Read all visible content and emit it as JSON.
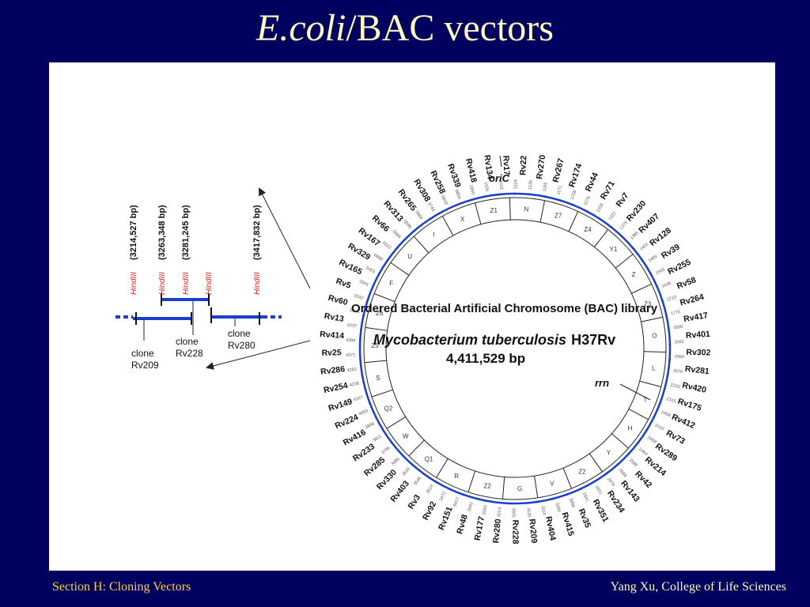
{
  "slide": {
    "title_italic": "E.coli",
    "title_rest": "/BAC vectors",
    "footer_left": "Section H: Cloning Vectors",
    "footer_right": "Yang Xu, College of Life Sciences"
  },
  "figure": {
    "heading": "Ordered Bacterial Artificial Chromosome (BAC) library",
    "organism_italic": "Mycobacterium tuberculosis",
    "strain": "H37Rv",
    "genome_size": "4,411,529 bp",
    "oric_label": "oriC",
    "rrn_label": "rrn",
    "inset": {
      "sites": [
        {
          "enzyme": "HindIII",
          "position": "(3214,527 bp)"
        },
        {
          "enzyme": "HindIII",
          "position": "(3263,348 bp)"
        },
        {
          "enzyme": "HindIII",
          "position": "(3281,245 bp)"
        },
        {
          "enzyme": "HindIII",
          "position": ""
        },
        {
          "enzyme": "HindIII",
          "position": "(3417,832 bp)"
        }
      ],
      "clones": [
        {
          "line1": "clone",
          "line2": "Rv209"
        },
        {
          "line1": "clone",
          "line2": "Rv228"
        },
        {
          "line1": "clone",
          "line2": "Rv280"
        }
      ]
    },
    "map_segments": [
      "Z6",
      "F",
      "U",
      "I",
      "X",
      "Z1",
      "N",
      "Z7",
      "Z4",
      "Y1",
      "Z",
      "Z3",
      "O",
      "L",
      "T",
      "H",
      "Y",
      "Z2",
      "V",
      "G",
      "Z2",
      "R",
      "Q1",
      "W",
      "Q2",
      "S",
      "Z5"
    ],
    "clones": [
      "Rv60",
      "Rv5",
      "Rv165",
      "Rv329",
      "Rv167",
      "Rv66",
      "Rv313",
      "Rv265",
      "Rv308",
      "Rv258",
      "Rv339",
      "Rv418",
      "Rv134",
      "Rv17",
      "Rv22",
      "Rv270",
      "Rv267",
      "Rv174",
      "Rv44",
      "Rv71",
      "Rv7",
      "Rv230",
      "Rv407",
      "Rv128",
      "Rv39",
      "Rv255",
      "Rv58",
      "Rv264",
      "Rv417",
      "Rv401",
      "Rv302",
      "Rv281",
      "Rv420",
      "Rv175",
      "Rv412",
      "Rv73",
      "Rv289",
      "Rv214",
      "Rv42",
      "Rv143",
      "Rv234",
      "Rv351",
      "Rv35",
      "Rv415",
      "Rv404",
      "Rv209",
      "Rv228",
      "Rv280",
      "Rv177",
      "Rv48",
      "Rv151",
      "Rv92",
      "Rv3",
      "Rv403",
      "Rv330",
      "Rv285",
      "Rv233",
      "Rv416",
      "Rv224",
      "Rv149",
      "Rv254",
      "Rv286",
      "Rv25",
      "Rv414",
      "Rv13"
    ],
    "positions": [
      "0237",
      "0175",
      "0242",
      "0341",
      "0403",
      "0488",
      "0512",
      "0566",
      "0599",
      "0664",
      "0744",
      "0819",
      "0854",
      "0950",
      "1026",
      "1103",
      "1124",
      "1135",
      "1155",
      "1171",
      "1238",
      "1276",
      "1336",
      "1322",
      "1375",
      "1385",
      "1401",
      "1469",
      "1505",
      "1646",
      "1710",
      "1775",
      "1830",
      "2042",
      "2060",
      "2076",
      "2220",
      "2315",
      "2408",
      "2410",
      "2458",
      "2464",
      "2589",
      "2648",
      "2878",
      "2921",
      "2941",
      "3006",
      "3056",
      "3114",
      "3120",
      "3165",
      "3214",
      "3263",
      "3342",
      "3417",
      "3472",
      "3514",
      "3546",
      "3620",
      "3686",
      "3796",
      "3811",
      "3908",
      "4093",
      "4167",
      "4238",
      "4262",
      "4371",
      "4398"
    ]
  }
}
